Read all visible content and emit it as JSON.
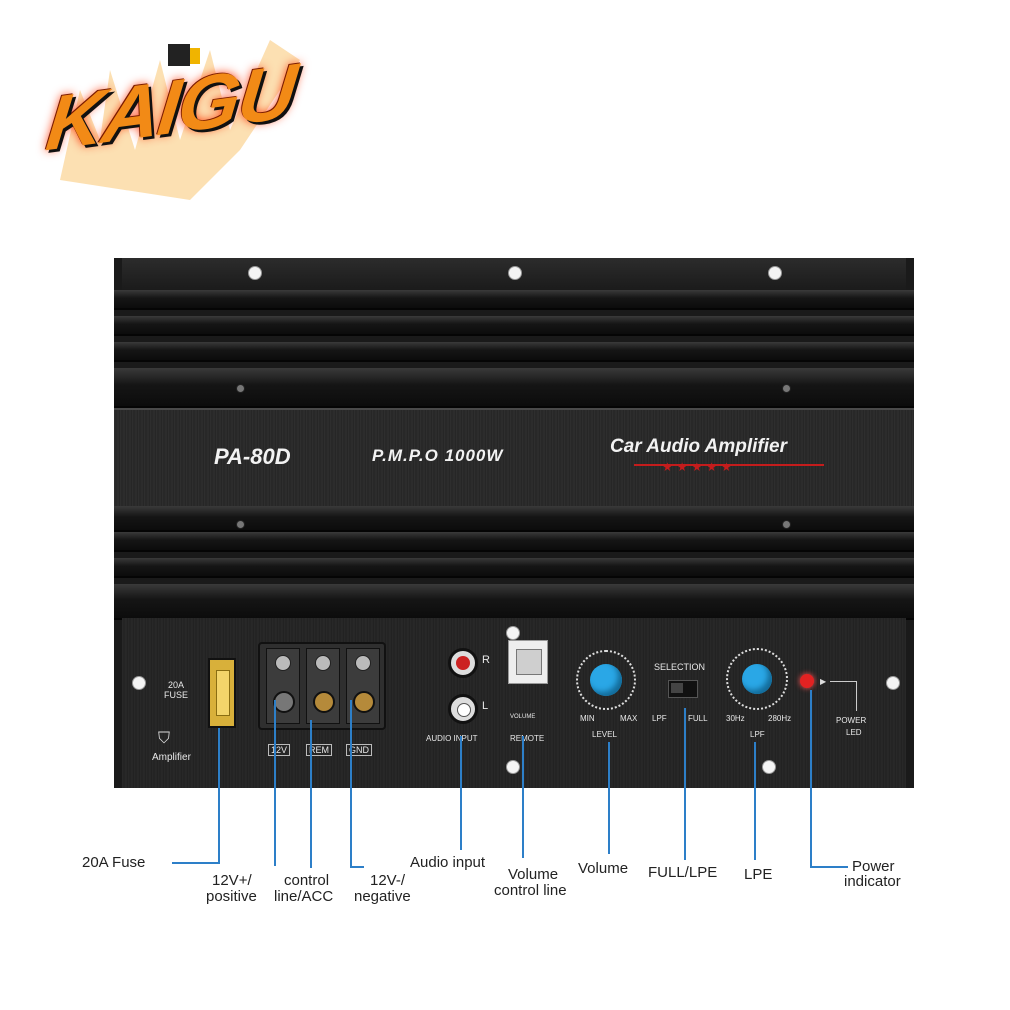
{
  "logo": {
    "text": "KAIGU"
  },
  "amplifier": {
    "model": "PA-80D",
    "power": "P.M.P.O 1000W",
    "name": "Car Audio Amplifier",
    "panel": {
      "fuse_label_1": "20A",
      "fuse_label_2": "FUSE",
      "brand": "Amplifier",
      "term_12v": "12V",
      "term_rem": "REM",
      "term_gnd": "GND",
      "rca_r": "R",
      "rca_l": "L",
      "audio_input": "AUDIO INPUT",
      "remote": "REMOTE",
      "volume_tag": "VOLUME",
      "level_min": "MIN",
      "level_max": "MAX",
      "level": "LEVEL",
      "selection": "SELECTION",
      "sel_lpf": "LPF",
      "sel_full": "FULL",
      "lpf_low": "30Hz",
      "lpf_high": "280Hz",
      "lpf": "LPF",
      "power_led_1": "POWER",
      "power_led_2": "LED"
    }
  },
  "callouts": {
    "fuse": "20A Fuse",
    "positive_1": "12V+/",
    "positive_2": "positive",
    "control_1": "control",
    "control_2": "line/ACC",
    "negative_1": "12V-/",
    "negative_2": "negative",
    "audio_input": "Audio input",
    "volume_line_1": "Volume",
    "volume_line_2": "control line",
    "volume": "Volume",
    "full_lpe": "FULL/LPE",
    "lpe": "LPE",
    "power_1": "Power",
    "power_2": "indicator"
  },
  "colors": {
    "callout_line": "#2d7fc8",
    "knob": "#2aa7e6",
    "led": "#e22222",
    "rca_red": "#cc2222"
  }
}
